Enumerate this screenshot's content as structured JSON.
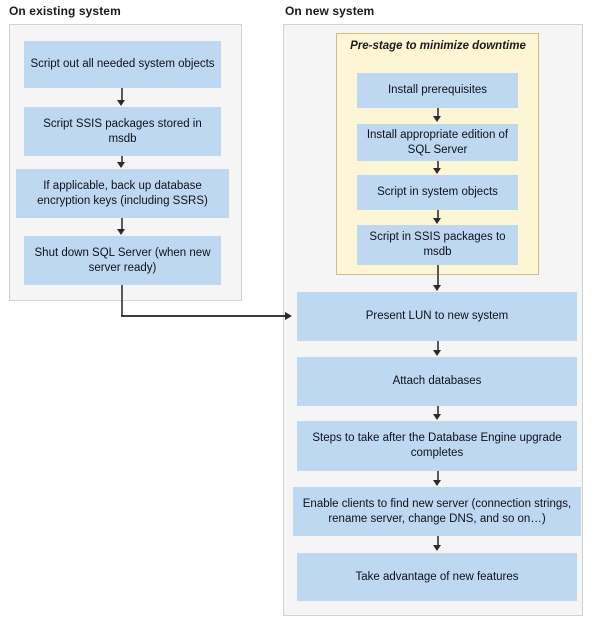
{
  "columns": {
    "existing": {
      "heading": "On existing system"
    },
    "new": {
      "heading": "On new system"
    }
  },
  "prestage": {
    "title": "Pre-stage to minimize downtime",
    "background_color": "#fdf6d5",
    "border_color": "#c8bf8c",
    "steps": [
      {
        "id": "p1",
        "label": "Install prerequisites"
      },
      {
        "id": "p2",
        "label": "Install appropriate edition of SQL Server"
      },
      {
        "id": "p3",
        "label": "Script in system objects"
      },
      {
        "id": "p4",
        "label": "Script in SSIS packages to msdb"
      }
    ]
  },
  "existing_steps": [
    {
      "id": "l1",
      "label": "Script out all needed system objects"
    },
    {
      "id": "l2",
      "label": "Script SSIS packages stored in msdb"
    },
    {
      "id": "l3",
      "label": "If applicable, back up database encryption keys (including SSRS)"
    },
    {
      "id": "l4",
      "label": "Shut down SQL Server (when new server ready)"
    }
  ],
  "new_steps": [
    {
      "id": "r1",
      "label": "Present LUN to new system"
    },
    {
      "id": "r2",
      "label": "Attach databases"
    },
    {
      "id": "r3",
      "label": "Steps to take after the Database Engine upgrade completes"
    },
    {
      "id": "r4",
      "label": "Enable clients to find new server (connection strings, rename server, change DNS, and so on…)"
    },
    {
      "id": "r5",
      "label": "Take advantage of new features"
    }
  ],
  "colors": {
    "node_fill": "#bdd8f0",
    "panel_fill": "#f5f5f5",
    "panel_border": "#d2d2d2",
    "connector": "#59595c",
    "text": "#10101c"
  },
  "chart_data": {
    "type": "diagram",
    "title": "SQL Server migration flow",
    "lanes": [
      {
        "name": "On existing system",
        "nodes": [
          "Script out all needed system objects",
          "Script SSIS packages stored in msdb",
          "If applicable, back up database encryption keys (including SSRS)",
          "Shut down SQL Server (when new server ready)"
        ]
      },
      {
        "name": "On new system",
        "group": {
          "name": "Pre-stage to minimize downtime",
          "nodes": [
            "Install prerequisites",
            "Install appropriate edition of SQL Server",
            "Script in system objects",
            "Script in SSIS packages to msdb"
          ]
        },
        "nodes": [
          "Present LUN to new system",
          "Attach databases",
          "Steps to take after the Database Engine upgrade completes",
          "Enable clients to find new server (connection strings, rename server, change DNS, and so on…)",
          "Take advantage of new features"
        ]
      }
    ],
    "edges": [
      {
        "from": "Script out all needed system objects",
        "to": "Script SSIS packages stored in msdb"
      },
      {
        "from": "Script SSIS packages stored in msdb",
        "to": "If applicable, back up database encryption keys (including SSRS)"
      },
      {
        "from": "If applicable, back up database encryption keys (including SSRS)",
        "to": "Shut down SQL Server (when new server ready)"
      },
      {
        "from": "Shut down SQL Server (when new server ready)",
        "to": "Present LUN to new system"
      },
      {
        "from": "Install prerequisites",
        "to": "Install appropriate edition of SQL Server"
      },
      {
        "from": "Install appropriate edition of SQL Server",
        "to": "Script in system objects"
      },
      {
        "from": "Script in system objects",
        "to": "Script in SSIS packages to msdb"
      },
      {
        "from": "Script in SSIS packages to msdb",
        "to": "Present LUN to new system"
      },
      {
        "from": "Present LUN to new system",
        "to": "Attach databases"
      },
      {
        "from": "Attach databases",
        "to": "Steps to take after the Database Engine upgrade completes"
      },
      {
        "from": "Steps to take after the Database Engine upgrade completes",
        "to": "Enable clients to find new server (connection strings, rename server, change DNS, and so on…)"
      },
      {
        "from": "Enable clients to find new server (connection strings, rename server, change DNS, and so on…)",
        "to": "Take advantage of new features"
      }
    ]
  }
}
